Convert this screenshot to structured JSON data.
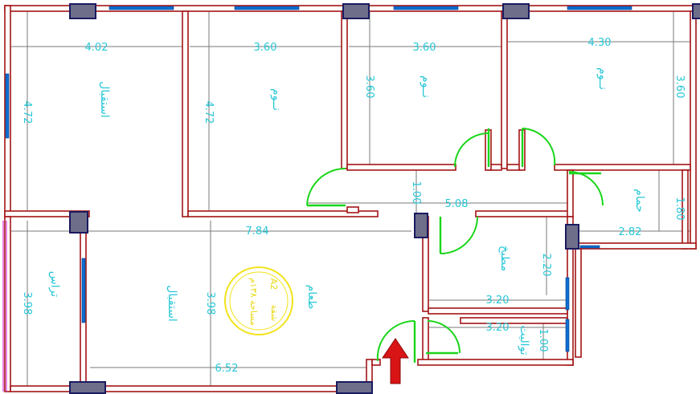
{
  "dimensions": {
    "top_left_width": "4.02",
    "top_room2_width": "3.60",
    "top_room3_width": "3.60",
    "top_room4_width": "4.30",
    "left_room_height": "4.72",
    "room2_height": "4.72",
    "room3_height": "3.60",
    "room4_height": "3.60",
    "corridor_height": "1.00",
    "corridor_width": "5.08",
    "bath_height": "1.80",
    "bath_width": "2.82",
    "reception_width": "7.84",
    "reception_height": "3.98",
    "terrace_height": "3.98",
    "reception_bottom_width": "6.52",
    "kitchen_height": "2.20",
    "kitchen_width": "3.20",
    "wc_width": "3.20",
    "wc_height": "1.00"
  },
  "rooms": {
    "top_left": "استقبال",
    "room2": "نــوم",
    "room3": "نــوم",
    "room4": "نــوم",
    "bath": "حمام",
    "reception": "استقبال",
    "dining": "طعام",
    "terrace": "تراس",
    "kitchen": "مطبخ",
    "wc": "تواليت"
  },
  "stamp": {
    "line1": "شقة",
    "line2": "A2",
    "line3": "مساحة ١٣٨م"
  },
  "colors": {
    "wall": "#a31414",
    "dimension_text": "#27c7d8",
    "door": "#19d619",
    "window": "#0b6fd1",
    "stamp": "#f2e31b",
    "entry_arrow": "#d81414"
  },
  "icons": {
    "entry": "entry-arrow-icon"
  }
}
